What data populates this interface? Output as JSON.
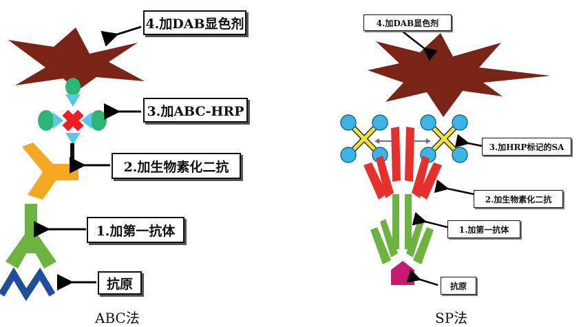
{
  "abc": {
    "caption": "ABC法",
    "labels": {
      "dab": "4.加DAB显色剂",
      "abc_hrp": "3.加ABC-HRP",
      "secondary": "2.加生物素化二抗",
      "primary": "1.加第一抗体",
      "antigen": "抗原"
    }
  },
  "sp": {
    "caption": "SP法",
    "labels": {
      "dab": "4.加DAB显色剂",
      "hrp_sa": "3.加HRP标记的SA",
      "secondary": "2.加生物素化二抗",
      "primary": "1.加第一抗体",
      "antigen": "抗原"
    }
  },
  "colors": {
    "dab": "#7a2418",
    "avidin_center": "#ee1c24",
    "biotin_green": "#2bb673",
    "biotin_triangle": "#5bc8e8",
    "secondary_abc": "#f7a823",
    "primary": "#6cb33f",
    "antigen_abc": "#1f4e9c",
    "secondary_sp": "#e5302c",
    "antigen_sp": "#c71b6f",
    "sa_yellow": "#f2e33c",
    "sa_blue": "#3cb4e5"
  }
}
